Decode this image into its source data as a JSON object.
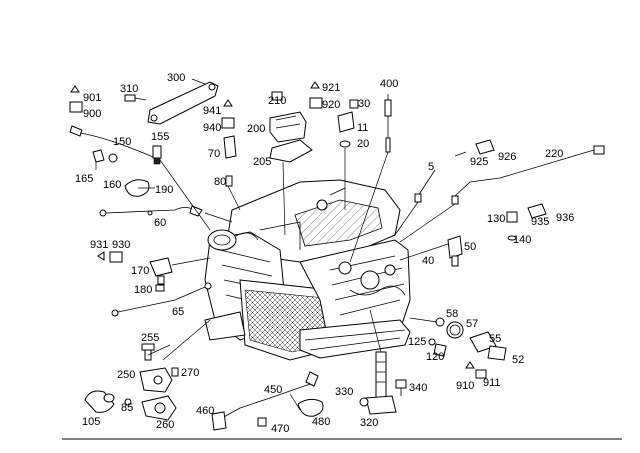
{
  "diagram": {
    "labels": {
      "l901": "901",
      "l900": "900",
      "l310": "310",
      "l300": "300",
      "l150": "150",
      "l155": "155",
      "l165": "165",
      "l160": "160",
      "l190": "190",
      "l60": "60",
      "l931": "931",
      "l930": "930",
      "l170": "170",
      "l180": "180",
      "l65": "65",
      "l941": "941",
      "l940": "940",
      "l70": "70",
      "l80": "80",
      "l210": "210",
      "l200": "200",
      "l205": "205",
      "l921": "921",
      "l920": "920",
      "l30": "30",
      "l11": "11",
      "l20": "20",
      "l400": "400",
      "l5": "5",
      "l925": "925",
      "l926": "926",
      "l220": "220",
      "l130": "130",
      "l935": "935",
      "l936": "936",
      "l140": "140",
      "l50": "50",
      "l40": "40",
      "l58": "58",
      "l57": "57",
      "l125": "125",
      "l55": "55",
      "l120": "120",
      "l52": "52",
      "l910": "910",
      "l911": "911",
      "l255": "255",
      "l250": "250",
      "l270": "270",
      "l85": "85",
      "l105": "105",
      "l260": "260",
      "l450": "450",
      "l460": "460",
      "l470": "470",
      "l480": "480",
      "l330": "330",
      "l340": "340",
      "l320": "320"
    }
  }
}
